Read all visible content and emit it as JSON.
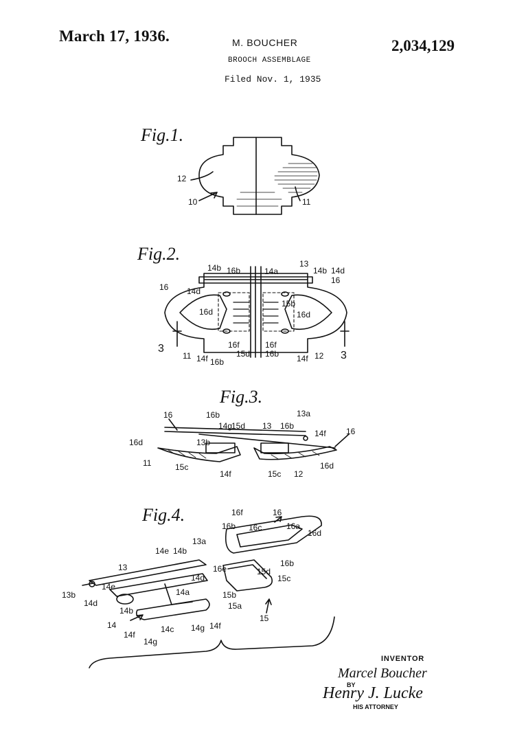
{
  "header": {
    "date": "March 17, 1936.",
    "inventor": "M. BOUCHER",
    "title": "BROOCH ASSEMBLAGE",
    "filed": "Filed Nov. 1, 1935",
    "patent_number": "2,034,129"
  },
  "figures": {
    "fig1": {
      "title": "Fig.1.",
      "labels": [
        "12",
        "10",
        "11"
      ]
    },
    "fig2": {
      "title": "Fig.2.",
      "labels": [
        "14b",
        "16b",
        "14a",
        "13",
        "14b",
        "14d",
        "16",
        "16",
        "14d",
        "15b",
        "16d",
        "16d",
        "3",
        "3",
        "11",
        "14f",
        "16b",
        "16f",
        "15d",
        "16f",
        "16b",
        "14f",
        "12"
      ]
    },
    "fig3": {
      "title": "Fig.3.",
      "labels": [
        "16",
        "16b",
        "14g",
        "15d",
        "13",
        "13a",
        "16b",
        "14f",
        "16",
        "16d",
        "13b",
        "11",
        "15c",
        "14f",
        "15c",
        "12",
        "16d"
      ]
    },
    "fig4": {
      "title": "Fig.4.",
      "labels": [
        "16f",
        "16",
        "16b",
        "16c",
        "16a",
        "16d",
        "16e",
        "16b",
        "13",
        "14e",
        "14b",
        "13a",
        "14e",
        "14d",
        "14a",
        "15d",
        "15c",
        "15b",
        "13b",
        "14d",
        "14b",
        "15a",
        "15",
        "14",
        "14f",
        "14c",
        "14g",
        "14f",
        "14g"
      ]
    }
  },
  "signature": {
    "inventor_label": "INVENTOR",
    "inventor_name": "Marcel Boucher",
    "by": "BY",
    "attorney_name": "Henry J. Lucke",
    "attorney_label": "HIS ATTORNEY"
  }
}
